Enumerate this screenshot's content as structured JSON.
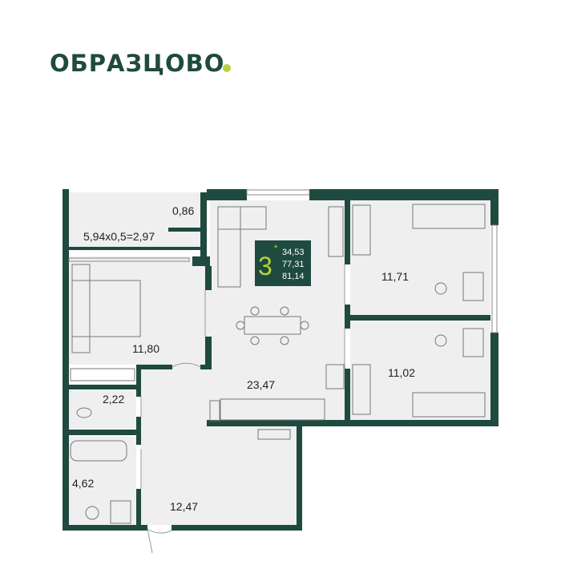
{
  "brand": {
    "logo_text": "ОБРАЗЦОВО",
    "accent_color": "#b8d23c",
    "wall_color": "#1f4a3f"
  },
  "badge": {
    "rooms": "3",
    "mark": "*",
    "living_area": "34,53",
    "total_area": "77,31",
    "total_with_balcony": "81,14"
  },
  "rooms": {
    "storage": "0,86",
    "balcony": "5,94x0,5=2,97",
    "bedroom_left": "11,80",
    "living_kitchen": "23,47",
    "bedroom_top_right": "11,71",
    "bedroom_bottom_right": "11,02",
    "wc": "2,22",
    "bathroom": "4,62",
    "hall": "12,47"
  }
}
